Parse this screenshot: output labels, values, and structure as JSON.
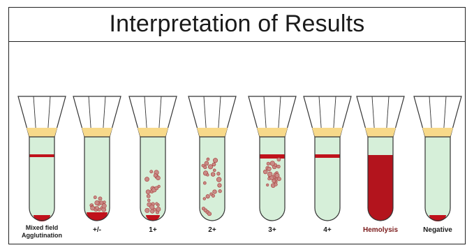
{
  "title": "Interpretation of Results",
  "colors": {
    "liquid": "#d6efd9",
    "plasma": "#f7d98a",
    "rbc": "#c0121c",
    "clump": "#c98a86",
    "outline": "#333333"
  },
  "tubes": [
    {
      "label": "Mixed field\nAgglutination",
      "pattern": "mixed-field"
    },
    {
      "label": "+/-",
      "pattern": "weak"
    },
    {
      "label": "1+",
      "pattern": "one-plus"
    },
    {
      "label": "2+",
      "pattern": "two-plus"
    },
    {
      "label": "3+",
      "pattern": "three-plus"
    },
    {
      "label": "4+",
      "pattern": "four-plus"
    },
    {
      "label": "Hemolysis",
      "pattern": "hemolysis"
    },
    {
      "label": "Negative",
      "pattern": "negative"
    }
  ]
}
